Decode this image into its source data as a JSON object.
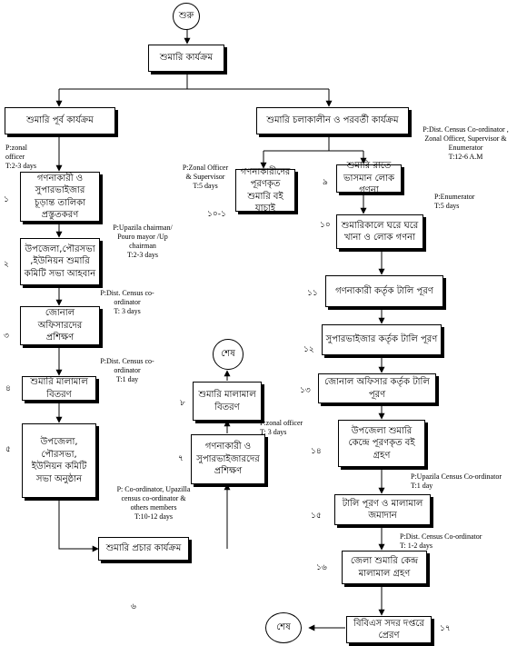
{
  "terminals": {
    "start": "শুরু",
    "end_left": "শেষ",
    "end_bottom": "শেষ"
  },
  "boxes": {
    "main": "শুমারি কার্যক্রম",
    "pre": "শুমারি পূর্ব কার্যক্রম",
    "during": "শুমারি চলাকালীন ও পরবর্তী কার্যক্রম",
    "s1": "গণনাকারী ও সুপারভাইজার চূড়ান্ত তালিকা প্রস্তুতকরণ",
    "s2": "উপজেলা,পৌরসভা ,ইউনিয়ন শুমারি কমিটি সভা আহবান",
    "s3": "জোনাল অফিসারদের প্রশিক্ষণ",
    "s4": "শুমারি মালামাল বিতরণ",
    "s5": "উপজেলা, পৌরসভা, ইউনিয়ন কমিটি সভা অনুষ্ঠান",
    "s6": "শুমারি প্রচার কার্যক্রম",
    "s7": "গণনাকারী ও সুপারভাইজারদের প্রশিক্ষণ",
    "s8": "শুমারি মালামাল বিতরণ",
    "s9": "শুমারি রাতে ভাসমান লোক গণনা",
    "s9_1": "গণনাকারীদের পূরণকৃত শুমারি বই যাচাই",
    "s10": "শুমারিকালে ঘরে ঘরে খানা ও লোক গণনা",
    "s11": "গণনাকারী কর্তৃক টালি পূরণ",
    "s12": "সুপারভাইজার কর্তৃক টালি পূরণ",
    "s13": "জোনাল অফিসার কর্তৃক টালি পূরণ",
    "s14": "উপজেলা শুমারি কেন্দ্রে পূরণকৃত বই গ্রহণ",
    "s15": "টালি পূরণ ও মালামাল জমাদান",
    "s16": "জেলা শুমারি কেন্দ্র মালামাল গ্রহণ",
    "s17": "বিবিএস সদর দপ্তরে প্রেরণ"
  },
  "numbers": {
    "n1": "১",
    "n2": "২",
    "n3": "৩",
    "n4": "৪",
    "n5": "৫",
    "n6": "৬",
    "n7": "৭",
    "n8": "৮",
    "n9": "৯",
    "n9_1": "১০-১",
    "n10": "১০",
    "n11": "১১",
    "n12": "১২",
    "n13": "১৩",
    "n14": "১৪",
    "n15": "১৫",
    "n16": "১৬",
    "n17": "১৭"
  },
  "notes": {
    "pre": [
      "P:zonal",
      "officer",
      "T:2-3 days"
    ],
    "during": [
      "P:Dist. Census Co-ordinator ,",
      "Zonal Officer, Supervisor &",
      "Enumerator",
      "T:12-6 A.M"
    ],
    "s9_1": [
      "P:Zonal Officer",
      "& Supervisor",
      "T:5 days"
    ],
    "s10": [
      "P:Enumerator",
      "T:5 days"
    ],
    "s2": [
      "P:Upazila chairman/",
      "Pouro mayor /Up",
      "chairman",
      "T:2-3 days"
    ],
    "s3": [
      "P:Dist. Census co-",
      "ordinator",
      "T: 3 days"
    ],
    "s4": [
      "P:Dist. Census co-",
      "ordinator",
      "T:1 day"
    ],
    "s7": [
      "P:zonal officer",
      "T: 3 days"
    ],
    "s6": [
      "P: Co-ordinator, Upazilla",
      "census co-ordinator &",
      "others members",
      "T:10-12 days"
    ],
    "s15": [
      "P:Upazila Census Co-ordinator",
      "T:1 day"
    ],
    "s16": [
      "P:Dist.  Census Co-ordinator",
      "T: 1-2 days"
    ]
  }
}
